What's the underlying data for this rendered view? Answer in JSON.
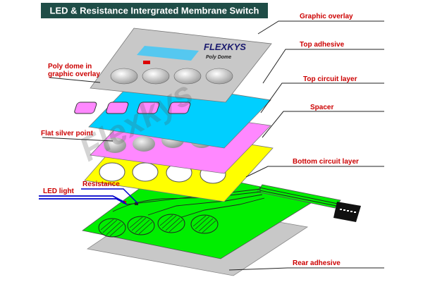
{
  "title": "LED & Resistance Intergrated Membrane Switch",
  "brand": {
    "logo_text": "FLEXKYS",
    "product_text": "Poly Dome",
    "watermark_text": "Flexkys"
  },
  "labels": {
    "graphic_overlay": "Graphic overlay",
    "top_adhesive": "Top adhesive",
    "poly_dome_line1": "Poly dome in",
    "poly_dome_line2": "graphic overlay",
    "top_circuit_layer": "Top circuit layer",
    "spacer": "Spacer",
    "flat_silver_point": "Flat silver point",
    "bottom_circuit_layer": "Bottom circuit layer",
    "resistance": "Resistance",
    "led_light": "LED light",
    "rear_adhesive": "Rear adhesive"
  },
  "colors": {
    "title_bg": "#1f4d47",
    "label_red": "#cc0000",
    "graphic_overlay": "#c8c8c8",
    "top_adhesive": "#00cfff",
    "top_circuit": "#ff88ff",
    "spacer": "#ffff00",
    "bottom_circuit": "#00ee00",
    "rear_adhesive": "#c8c8c8",
    "window_blue": "#55c8f0",
    "led_red": "#dd0000",
    "led_wire": "#0000cc"
  }
}
